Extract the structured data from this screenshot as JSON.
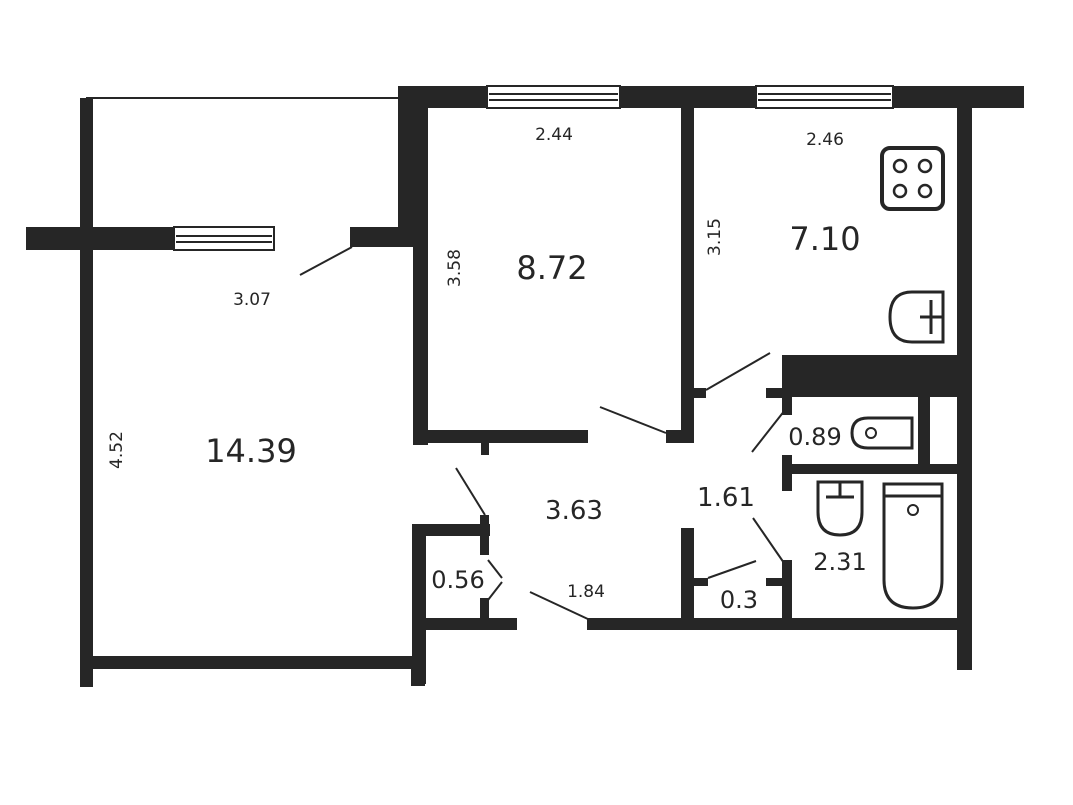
{
  "rooms": {
    "living": {
      "area": "14.39",
      "dim_width": "3.07",
      "dim_length": "4.52"
    },
    "bedroom": {
      "area": "8.72",
      "dim_width": "2.44",
      "dim_length": "3.58"
    },
    "kitchen": {
      "area": "7.10",
      "dim_width": "2.46",
      "dim_length": "3.15"
    },
    "hall": {
      "area": "3.63",
      "dim_width": "1.84"
    },
    "corridor": {
      "area": "1.61"
    },
    "closet": {
      "area": "0.56"
    },
    "pantry": {
      "area": "0.3"
    },
    "toilet": {
      "area": "0.89"
    },
    "bathroom": {
      "area": "2.31"
    }
  },
  "fixtures": [
    "stove-icon",
    "kitchen-sink-icon",
    "toilet-icon",
    "washbasin-icon",
    "bathtub-icon"
  ],
  "colors": {
    "wall": "#262626",
    "background": "#ffffff"
  }
}
